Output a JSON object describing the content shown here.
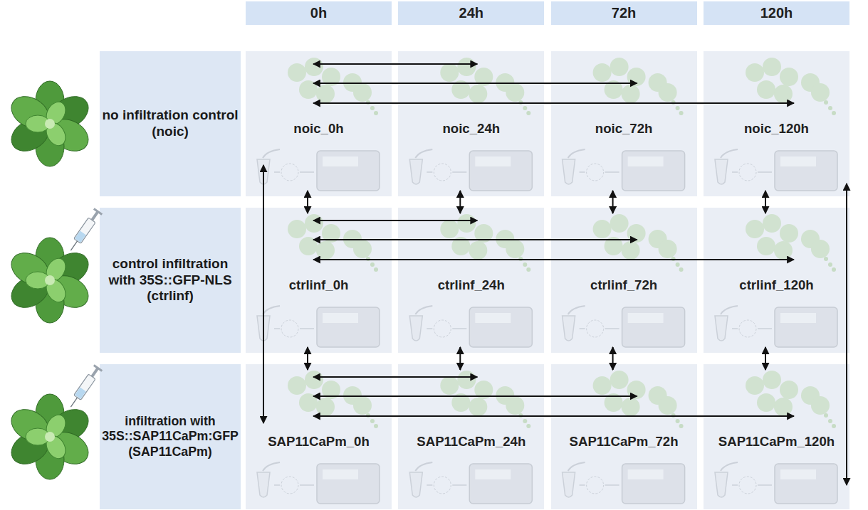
{
  "diagram": {
    "nodes": [
      {
        "text": [
          "0h"
        ]
      },
      {
        "text": [
          "24h"
        ]
      },
      {
        "text": [
          "72h"
        ]
      },
      {
        "text": [
          "120h"
        ]
      },
      {
        "text": [
          "no infiltration control (noic)"
        ]
      },
      {
        "text": [
          "noic_0h"
        ]
      },
      {
        "text": [
          "noic_24h"
        ]
      },
      {
        "text": [
          "noic_72h"
        ]
      },
      {
        "text": [
          "noic_120h"
        ]
      },
      {
        "text": [
          "control infiltration with 35S::GFP-NLS (ctrlinf)"
        ]
      },
      {
        "text": [
          "ctrlinf_0h"
        ]
      },
      {
        "text": [
          "ctrlinf_24h"
        ]
      },
      {
        "text": [
          "ctrlinf_72h"
        ]
      },
      {
        "text": [
          "ctrlinf_120h"
        ]
      },
      {
        "text": [
          "infiltration with 35S::SAP11CaPm:GFP (SAP11CaPm)"
        ]
      },
      {
        "text": [
          "SAP11CaPm_0h"
        ]
      },
      {
        "text": [
          "SAP11CaPm_24h"
        ]
      },
      {
        "text": [
          "SAP11CaPm_72h"
        ]
      },
      {
        "text": [
          "SAP11CaPm_120h"
        ]
      }
    ],
    "edges": [
      {
        "from": 5,
        "to": 6,
        "arrow": "both"
      },
      {
        "from": 5,
        "to": 7,
        "arrow": "both"
      },
      {
        "from": 5,
        "to": 8,
        "arrow": "both"
      },
      {
        "from": 10,
        "to": 11,
        "arrow": "both"
      },
      {
        "from": 10,
        "to": 12,
        "arrow": "both"
      },
      {
        "from": 10,
        "to": 13,
        "arrow": "both"
      },
      {
        "from": 15,
        "to": 16,
        "arrow": "both"
      },
      {
        "from": 15,
        "to": 17,
        "arrow": "both"
      },
      {
        "from": 15,
        "to": 18,
        "arrow": "both"
      },
      {
        "from": 5,
        "to": 10,
        "arrow": "both"
      },
      {
        "from": 6,
        "to": 11,
        "arrow": "both"
      },
      {
        "from": 7,
        "to": 12,
        "arrow": "both"
      },
      {
        "from": 8,
        "to": 13,
        "arrow": "both"
      },
      {
        "from": 10,
        "to": 15,
        "arrow": "both"
      },
      {
        "from": 11,
        "to": 16,
        "arrow": "both"
      },
      {
        "from": 12,
        "to": 17,
        "arrow": "both"
      },
      {
        "from": 13,
        "to": 18,
        "arrow": "both"
      },
      {
        "from": 5,
        "to": 15,
        "arrow": "both"
      },
      {
        "from": 8,
        "to": 18,
        "arrow": "both"
      }
    ]
  }
}
